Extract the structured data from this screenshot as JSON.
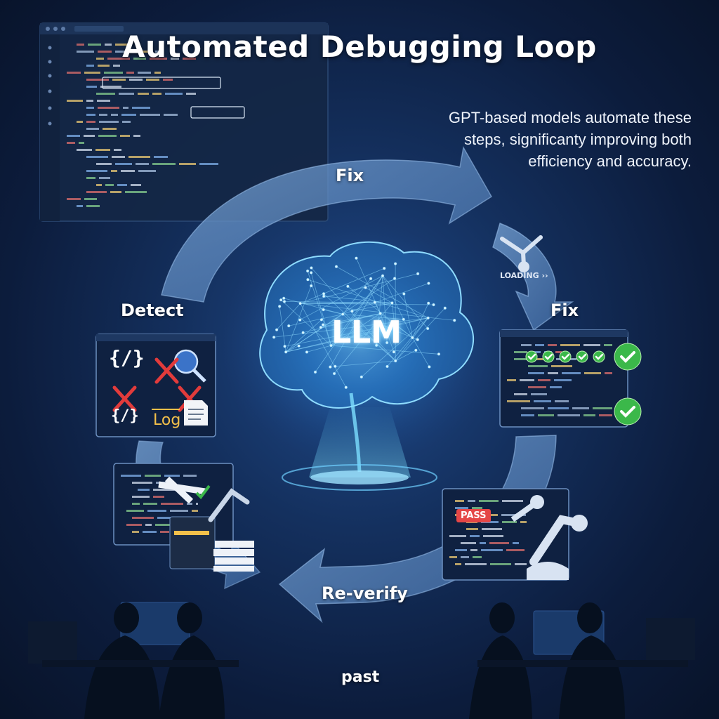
{
  "title": "Automated Debugging Loop",
  "description": [
    "GPT-based models automate these",
    "steps, significanty improving both",
    "efficiency and accuracy."
  ],
  "center_label": "LLM",
  "steps": {
    "top": "Fix",
    "right": "Fix",
    "left": "Detect",
    "bottom": "Re-verify"
  },
  "loading_label": "LOADING",
  "pass_label": "PASS",
  "log_label": "Log",
  "footer_label": "past",
  "detect_icons": [
    "code-brace-icon",
    "bug-search-icon",
    "error-x-icon",
    "log-file-icon"
  ],
  "colors": {
    "background": "#0c1c3c",
    "arrow": "#5d86bb",
    "glow": "#4fc3ff",
    "check": "#3bb84a",
    "error": "#e23b3b",
    "pass": "#e54646",
    "log": "#f3c04a"
  }
}
